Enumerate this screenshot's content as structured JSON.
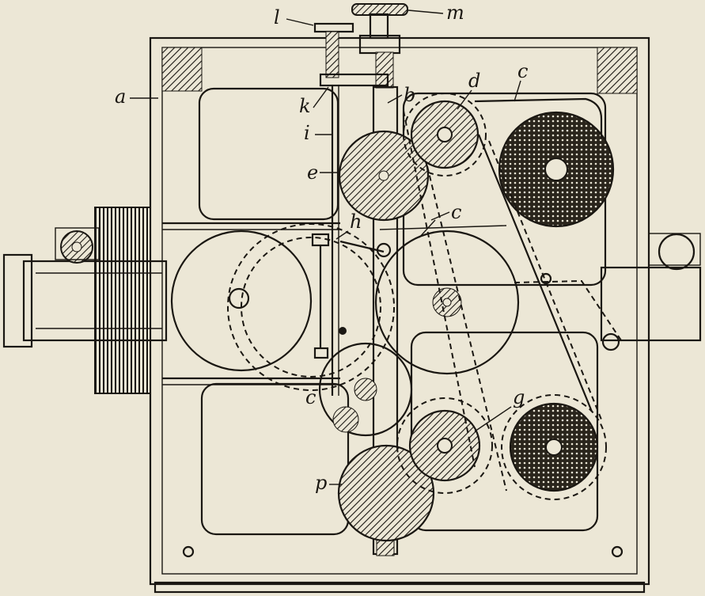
{
  "diagram": {
    "labels": {
      "a": "a",
      "b": "b",
      "c_top": "c",
      "c_mid": "c",
      "c_low": "c",
      "d": "d",
      "e": "e",
      "g": "g",
      "h": "h",
      "i": "i",
      "k": "k",
      "l": "l",
      "m": "m",
      "p": "p"
    }
  }
}
